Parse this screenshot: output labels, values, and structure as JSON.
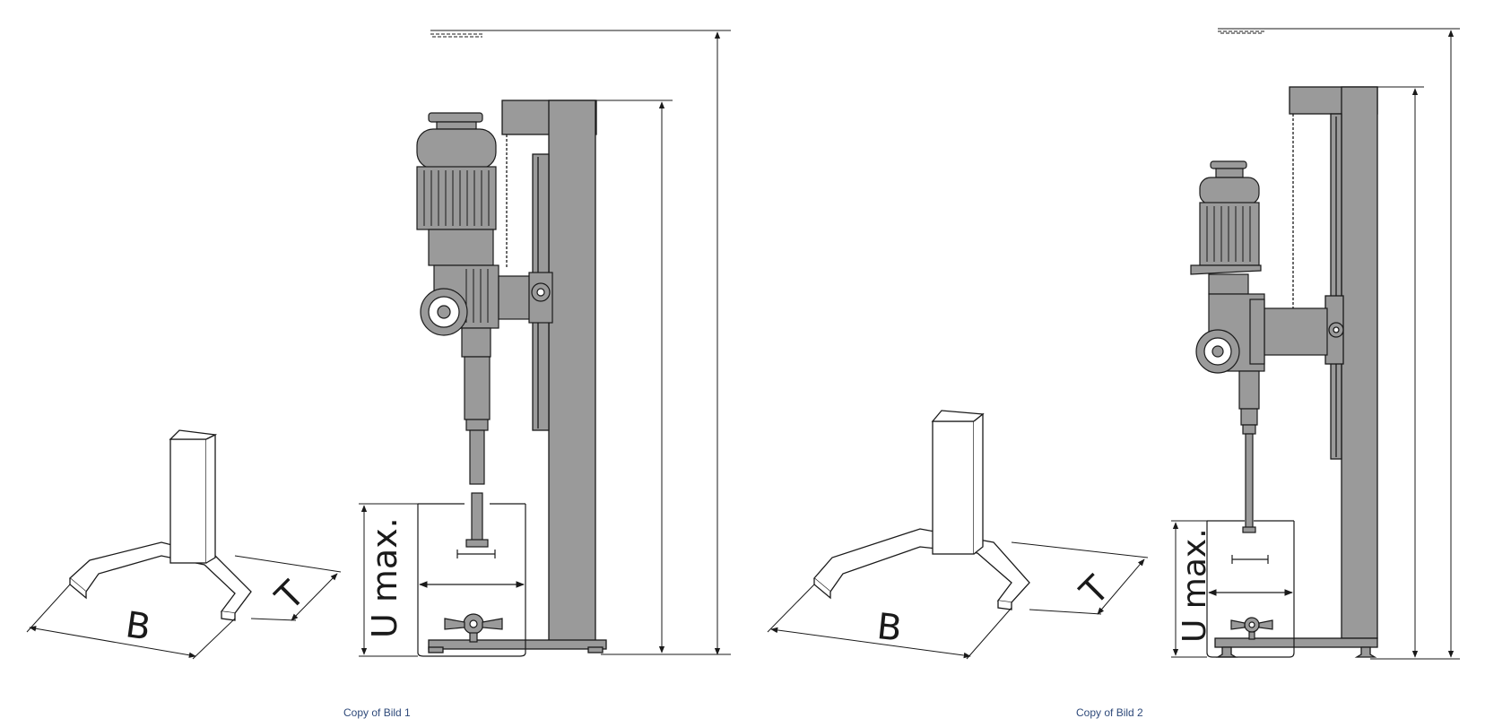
{
  "figures": [
    {
      "caption": "Copy of Bild 1",
      "labels": {
        "width": "B",
        "depth": "T",
        "height": "U max."
      }
    },
    {
      "caption": "Copy of Bild 2",
      "labels": {
        "width": "B",
        "depth": "T",
        "height": "U max."
      }
    }
  ],
  "colors": {
    "machine_fill": "#9a9a9a",
    "outline": "#1a1a1a",
    "caption": "#2f4a7a"
  }
}
